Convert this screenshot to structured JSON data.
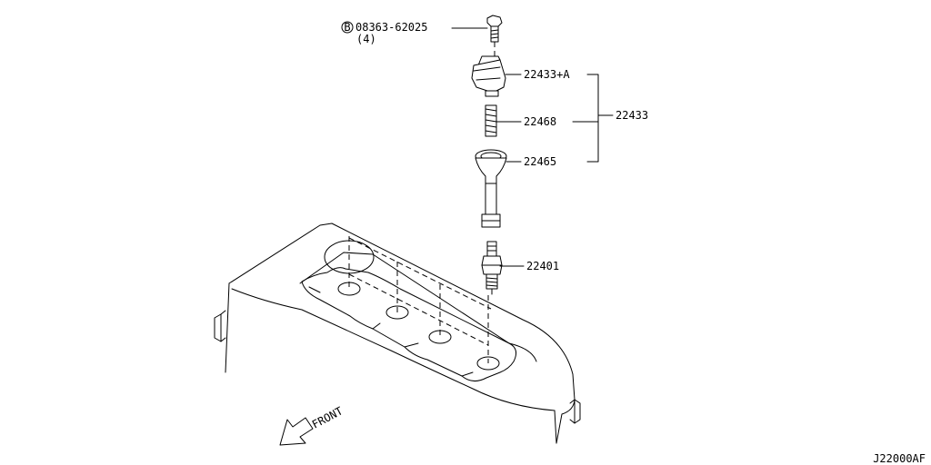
{
  "diagram_code": "J22000AF",
  "bolt": {
    "badge": "B",
    "part_number": "08363-62025",
    "quantity": "(4)"
  },
  "labels": {
    "coil_upper": "22433+A",
    "coil_spring": "22468",
    "coil_boot": "22465",
    "coil_assembly": "22433",
    "spark_plug": "22401"
  },
  "front_label": "FRONT"
}
